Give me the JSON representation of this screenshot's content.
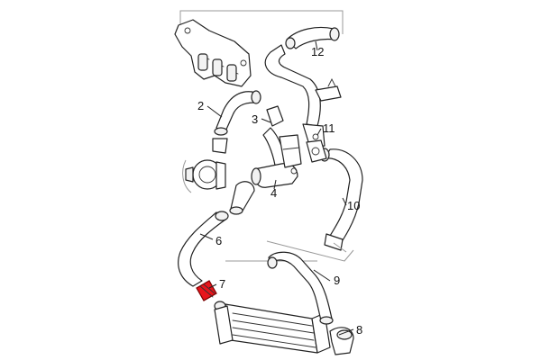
{
  "diagram": {
    "callouts": [
      {
        "id": "2",
        "label": "2"
      },
      {
        "id": "3",
        "label": "3"
      },
      {
        "id": "4",
        "label": "4"
      },
      {
        "id": "6",
        "label": "6"
      },
      {
        "id": "7",
        "label": "7"
      },
      {
        "id": "8",
        "label": "8"
      },
      {
        "id": "9",
        "label": "9"
      },
      {
        "id": "10",
        "label": "10"
      },
      {
        "id": "11",
        "label": "11"
      },
      {
        "id": "12",
        "label": "12"
      }
    ],
    "highlighted_part": "7",
    "colors": {
      "highlight": "#e8141b",
      "line": "#222222",
      "background": "#ffffff"
    }
  }
}
